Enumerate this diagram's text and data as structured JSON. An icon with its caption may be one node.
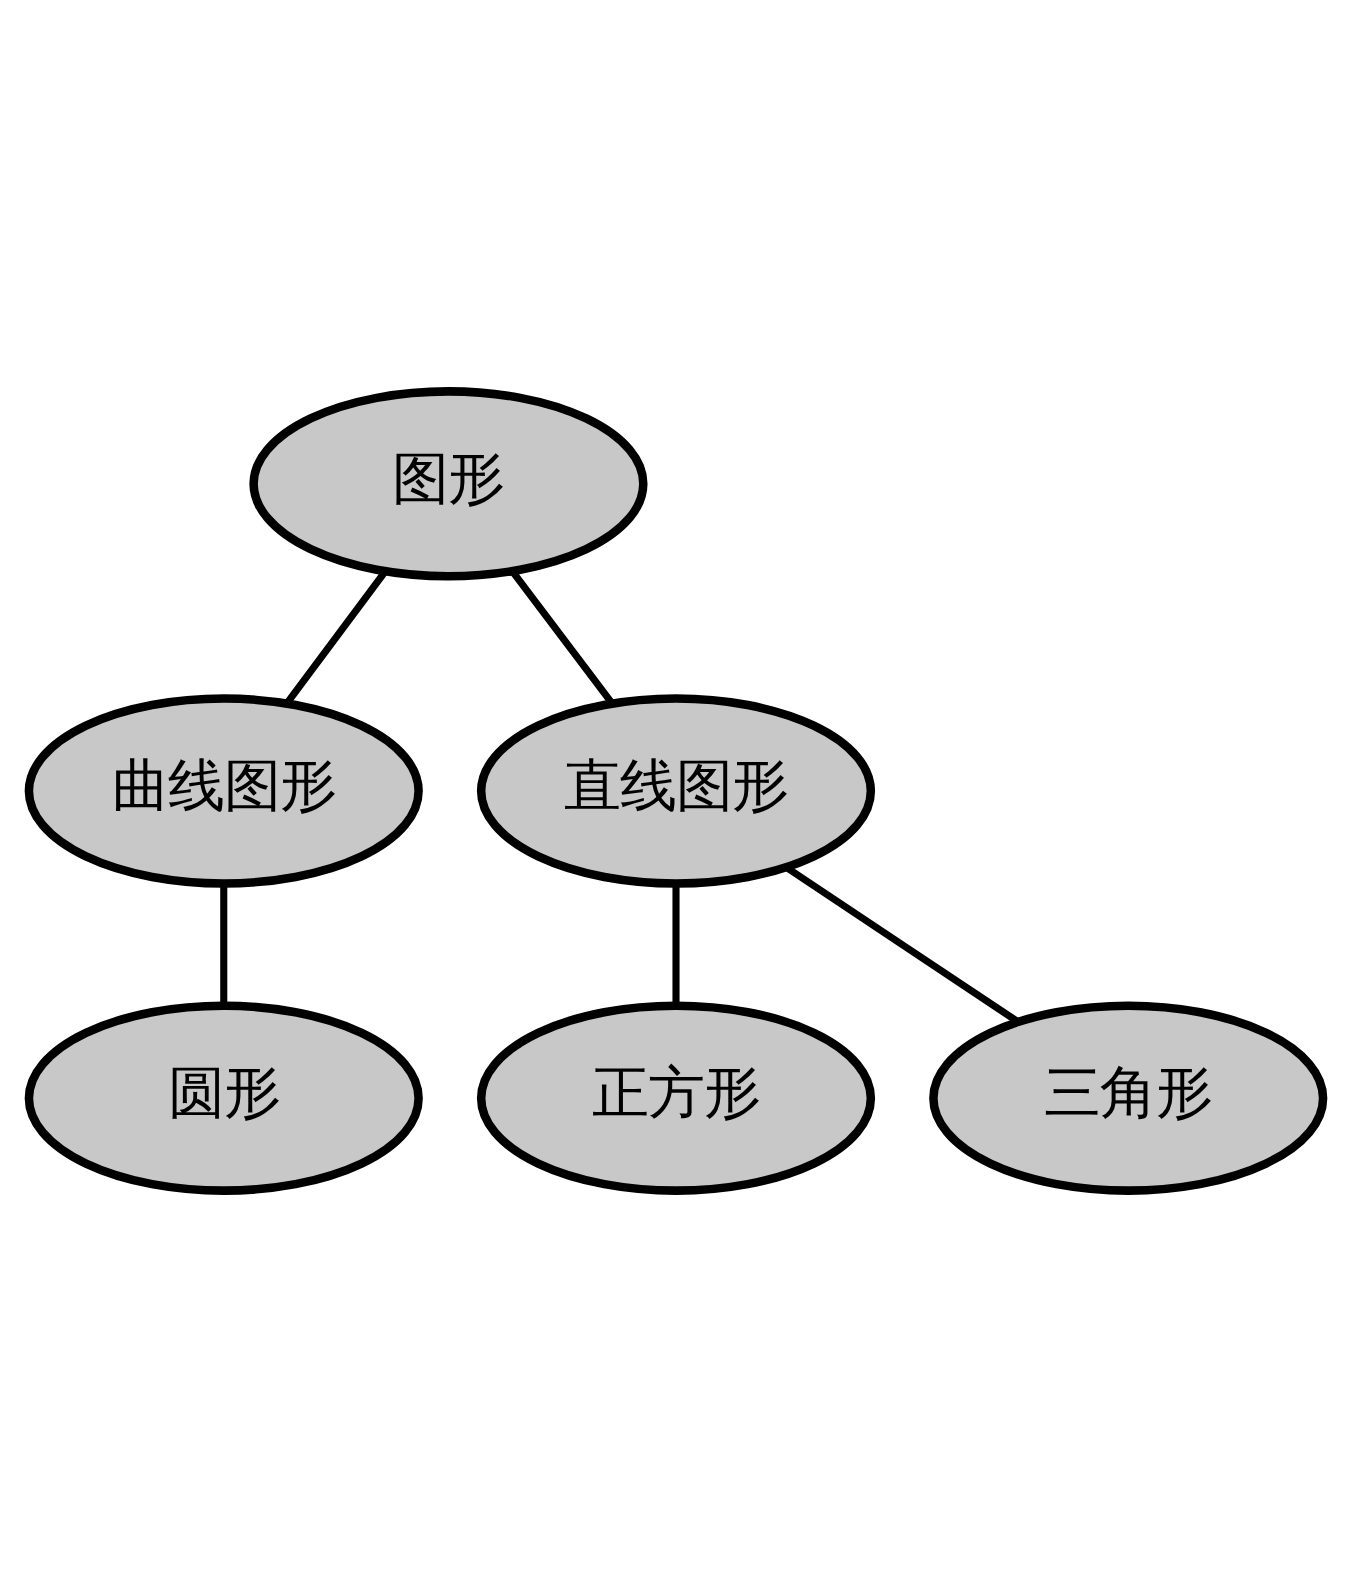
{
  "diagram": {
    "nodes": [
      {
        "text": [
          "图形"
        ]
      },
      {
        "text": [
          "曲线图形"
        ]
      },
      {
        "text": [
          "直线图形"
        ]
      },
      {
        "text": [
          "圆形"
        ]
      },
      {
        "text": [
          "正方形"
        ]
      },
      {
        "text": [
          "三角形"
        ]
      }
    ],
    "edges": [
      {
        "from": 0,
        "to": 1,
        "arrow": "none"
      },
      {
        "from": 0,
        "to": 2,
        "arrow": "none"
      },
      {
        "from": 1,
        "to": 3,
        "arrow": "none"
      },
      {
        "from": 2,
        "to": 4,
        "arrow": "none"
      },
      {
        "from": 2,
        "to": 5,
        "arrow": "none"
      }
    ]
  }
}
